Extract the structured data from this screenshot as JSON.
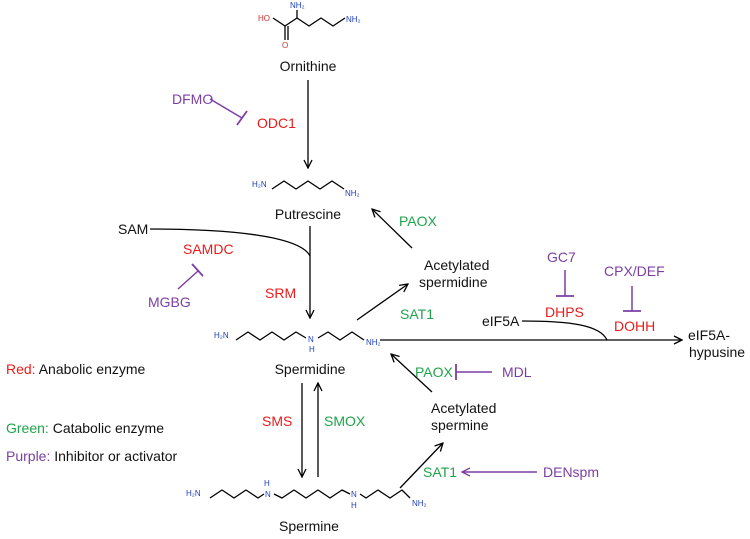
{
  "colors": {
    "anabolic": "#e81c1c",
    "catabolic": "#1fa34a",
    "inhibitor": "#7b3fa3",
    "text": "#111111",
    "nitrogen": "#1f3fbf",
    "oxygen": "#d03030"
  },
  "molecules": {
    "ornithine": "Ornithine",
    "putrescine": "Putrescine",
    "spermidine": "Spermidine",
    "spermine": "Spermine",
    "sam": "SAM",
    "acetylated_spermidine_1": "Acetylated",
    "acetylated_spermidine_2": "spermidine",
    "acetylated_spermine_1": "Acetylated",
    "acetylated_spermine_2": "spermine",
    "eif5a": "eIF5A",
    "eif5a_hypusine_1": "eIF5A-",
    "eif5a_hypusine_2": "hypusine"
  },
  "atoms": {
    "nh2": "NH₂",
    "h2n": "H₂N",
    "h": "H",
    "n": "N",
    "o": "O",
    "ho": "HO"
  },
  "enzymes": {
    "odc1": "ODC1",
    "samdc": "SAMDC",
    "srm": "SRM",
    "sms": "SMS",
    "smox": "SMOX",
    "paox_top": "PAOX",
    "paox_mid": "PAOX",
    "sat1_top": "SAT1",
    "sat1_bottom": "SAT1",
    "dhps": "DHPS",
    "dohh": "DOHH"
  },
  "modulators": {
    "dfmo": "DFMO",
    "mgbg": "MGBG",
    "gc7": "GC7",
    "cpx_def": "CPX/DEF",
    "mdl": "MDL",
    "denspm": "DENspm"
  },
  "legend": [
    {
      "key": "Red:",
      "text": " Anabolic enzyme",
      "color": "#e81c1c"
    },
    {
      "key": "Green:",
      "text": " Catabolic enzyme",
      "color": "#1fa34a"
    },
    {
      "key": "Purple:",
      "text": " Inhibitor or activator",
      "color": "#7b3fa3"
    }
  ]
}
